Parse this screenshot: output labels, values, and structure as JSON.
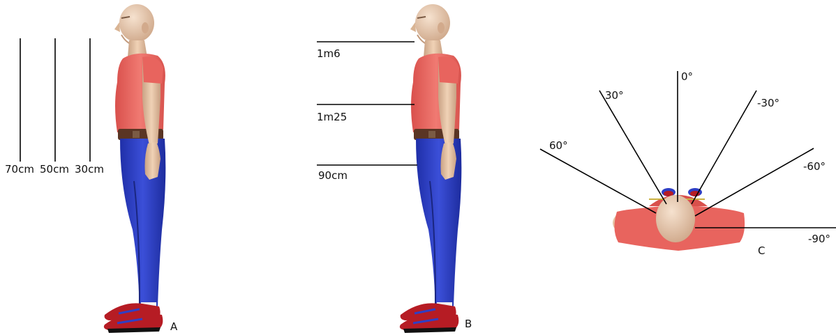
{
  "panels": {
    "a": {
      "label": "A",
      "distances": [
        "70cm",
        "50cm",
        "30cm"
      ]
    },
    "b": {
      "label": "B",
      "heights": [
        "1m6",
        "1m25",
        "90cm"
      ]
    },
    "c": {
      "label": "C",
      "angles": [
        "0°",
        "30°",
        "-30°",
        "60°",
        "-60°",
        "-90°"
      ]
    }
  },
  "colors": {
    "skin": "#e6c3a4",
    "shirt": "#e8645e",
    "jeans": "#2f3fc4",
    "belt": "#5a3524",
    "shoe": "#b61c24"
  }
}
